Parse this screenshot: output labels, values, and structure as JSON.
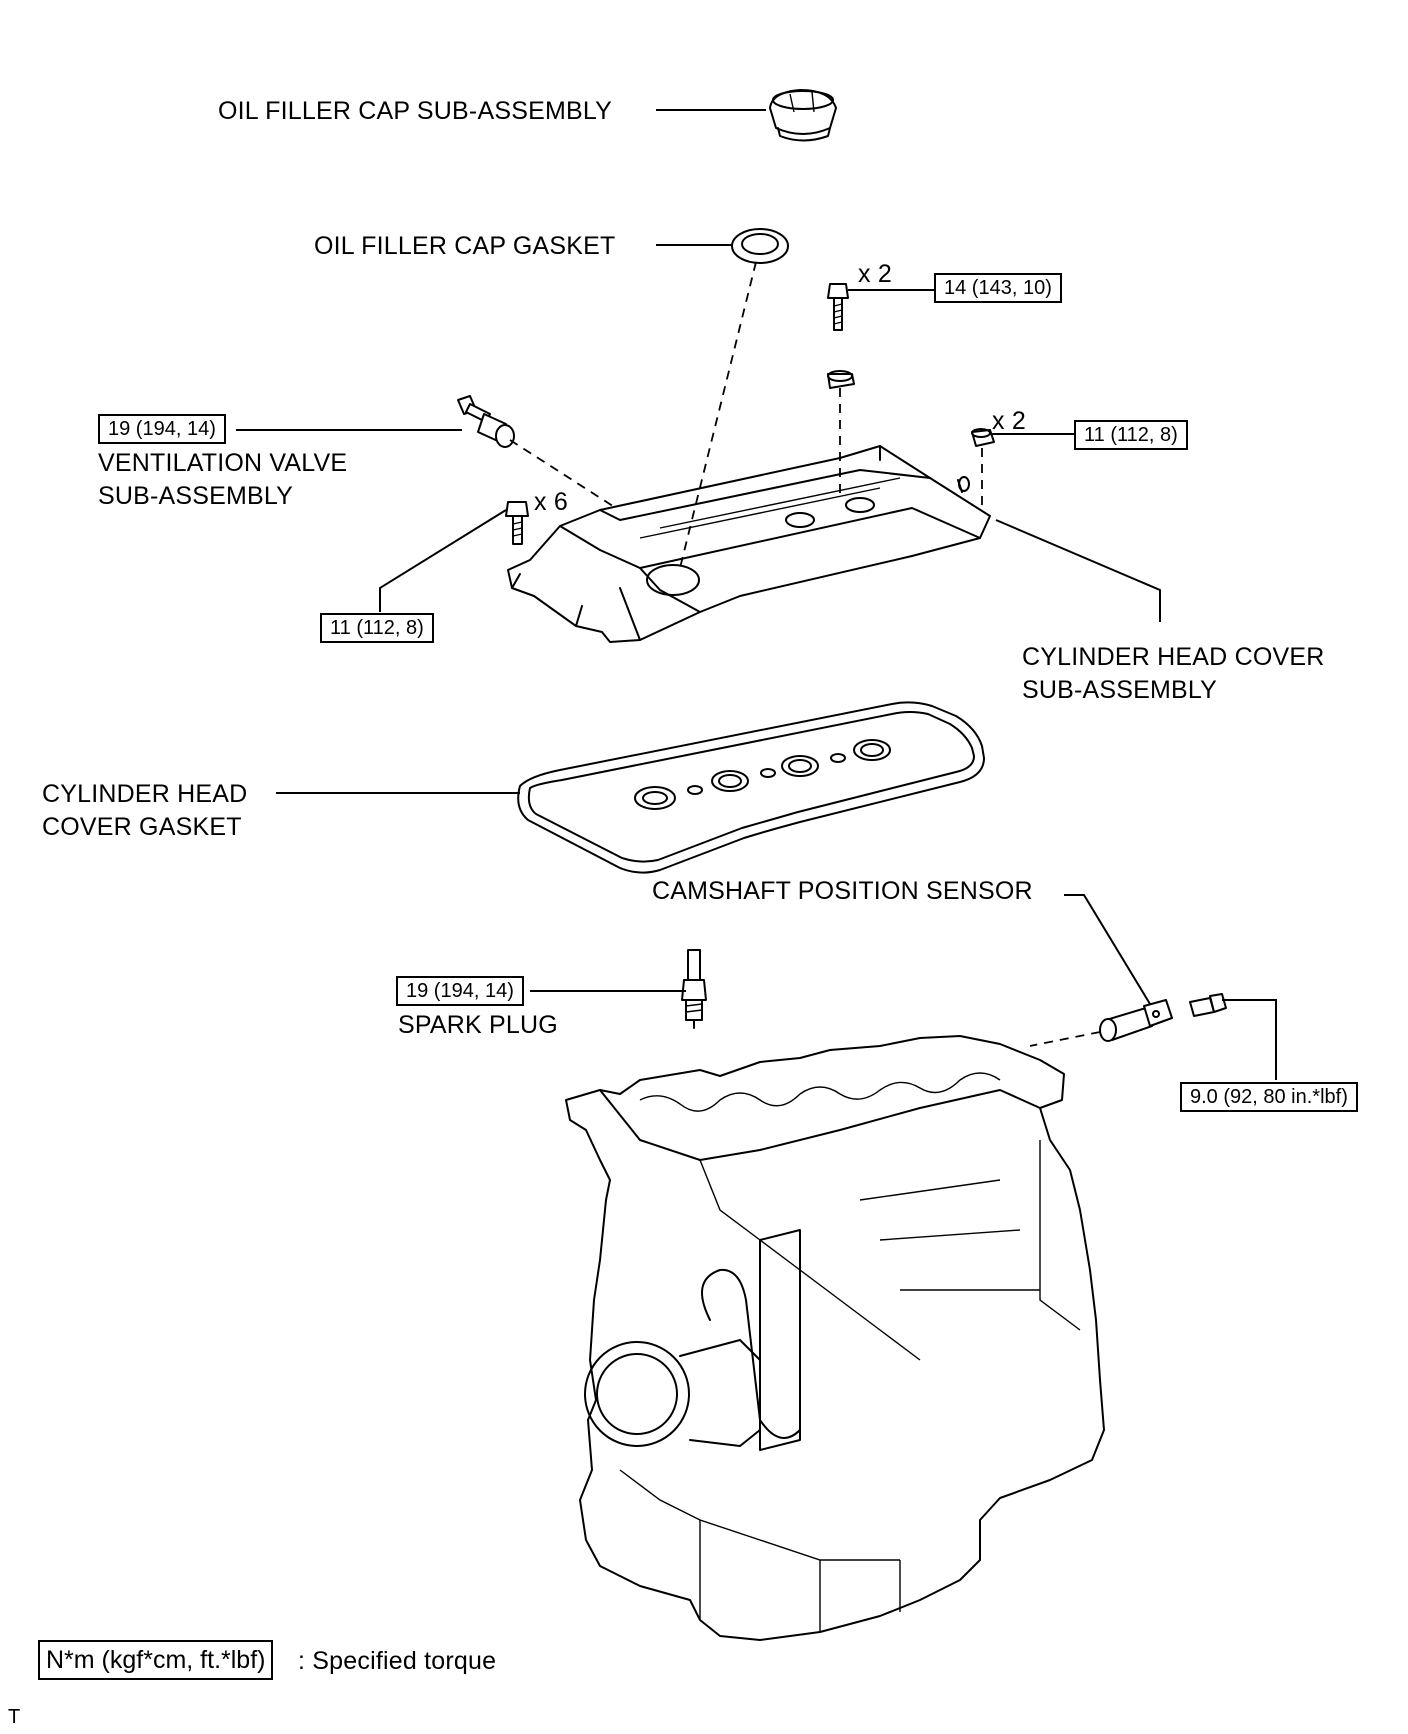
{
  "labels": {
    "oil_filler_cap": "OIL FILLER CAP SUB-ASSEMBLY",
    "oil_filler_gasket": "OIL FILLER CAP GASKET",
    "ventilation_valve_1": "VENTILATION VALVE",
    "ventilation_valve_2": "SUB-ASSEMBLY",
    "cyl_head_cover_1": "CYLINDER HEAD COVER",
    "cyl_head_cover_2": "SUB-ASSEMBLY",
    "cyl_head_gasket_1": "CYLINDER HEAD",
    "cyl_head_gasket_2": "COVER GASKET",
    "camshaft_sensor": "CAMSHAFT POSITION SENSOR",
    "spark_plug": "SPARK PLUG"
  },
  "quantities": {
    "top_bolt": "x 2",
    "nut": "x 2",
    "cover_bolts": "x 6"
  },
  "torques": {
    "top_bolt": "14 (143, 10)",
    "ventilation_valve": "19 (194, 14)",
    "nut": "11 (112, 8)",
    "cover_bolts": "11 (112, 8)",
    "spark_plug": "19 (194, 14)",
    "sensor_bolt": "9.0 (92, 80 in.*lbf)"
  },
  "legend": {
    "unit_box": "N*m (kgf*cm, ft.*lbf)",
    "description": ": Specified torque"
  },
  "corner_mark": "T"
}
